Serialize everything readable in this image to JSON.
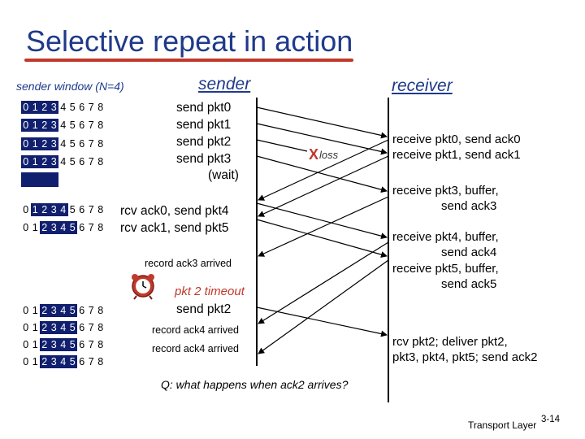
{
  "title": "Selective repeat in action",
  "sender_window_label": "sender window (N=4)",
  "sender_heading": "sender",
  "receiver_heading": "receiver",
  "window_rows": [
    {
      "digits": [
        "0",
        "1",
        "2",
        "3",
        "4",
        "5",
        "6",
        "7",
        "8"
      ],
      "highlight": [
        0,
        1,
        2,
        3
      ]
    },
    {
      "digits": [
        "0",
        "1",
        "2",
        "3",
        "4",
        "5",
        "6",
        "7",
        "8"
      ],
      "highlight": [
        0,
        1,
        2,
        3
      ]
    },
    {
      "digits": [
        "0",
        "1",
        "2",
        "3",
        "4",
        "5",
        "6",
        "7",
        "8"
      ],
      "highlight": [
        0,
        1,
        2,
        3
      ]
    },
    {
      "digits": [
        "0",
        "1",
        "2",
        "3",
        "4",
        "5",
        "6",
        "7",
        "8"
      ],
      "highlight": [
        0,
        1,
        2,
        3
      ]
    },
    {
      "digits": [
        "0",
        "1",
        "2",
        "3",
        "4",
        "5",
        "6",
        "7",
        "8"
      ],
      "highlight": [
        1,
        2,
        3,
        4
      ]
    },
    {
      "digits": [
        "0",
        "1",
        "2",
        "3",
        "4",
        "5",
        "6",
        "7",
        "8"
      ],
      "highlight": [
        2,
        3,
        4,
        5
      ]
    },
    {
      "digits": [
        "0",
        "1",
        "2",
        "3",
        "4",
        "5",
        "6",
        "7",
        "8"
      ],
      "highlight": [
        2,
        3,
        4,
        5
      ]
    },
    {
      "digits": [
        "0",
        "1",
        "2",
        "3",
        "4",
        "5",
        "6",
        "7",
        "8"
      ],
      "highlight": [
        2,
        3,
        4,
        5
      ]
    },
    {
      "digits": [
        "0",
        "1",
        "2",
        "3",
        "4",
        "5",
        "6",
        "7",
        "8"
      ],
      "highlight": [
        2,
        3,
        4,
        5
      ]
    },
    {
      "digits": [
        "0",
        "1",
        "2",
        "3",
        "4",
        "5",
        "6",
        "7",
        "8"
      ],
      "highlight": [
        2,
        3,
        4,
        5
      ]
    }
  ],
  "sender_events": {
    "send_pkt0": "send  pkt0",
    "send_pkt1": "send  pkt1",
    "send_pkt2": "send  pkt2",
    "send_pkt3": "send  pkt3",
    "wait": "(wait)",
    "rcv_ack0": "rcv ack0, send pkt4",
    "rcv_ack1": "rcv ack1, send pkt5",
    "record_ack3": "record ack3 arrived",
    "timeout": "pkt 2 timeout",
    "resend_pkt2": "send  pkt2",
    "record_ack4_a": "record ack4 arrived",
    "record_ack4_b": "record ack4 arrived"
  },
  "loss_label": "loss",
  "receiver_events": {
    "r1": "receive pkt0, send ack0",
    "r2": "receive pkt1, send ack1",
    "r3a": "receive pkt3, buffer,",
    "r3b": "send ack3",
    "r4a": "receive pkt4, buffer,",
    "r4b": "send ack4",
    "r5a": "receive pkt5, buffer,",
    "r5b": "send ack5",
    "r6a": "rcv pkt2; deliver pkt2,",
    "r6b": "pkt3, pkt4, pkt5; send ack2"
  },
  "question": "Q: what happens when ack2 arrives?",
  "footer": "Transport Layer",
  "slide_number": "3-14",
  "colors": {
    "title": "#1f3a8a",
    "accent": "#c0392b",
    "window_fill": "#101f6e"
  },
  "icons": [
    "alarm-clock-icon"
  ]
}
